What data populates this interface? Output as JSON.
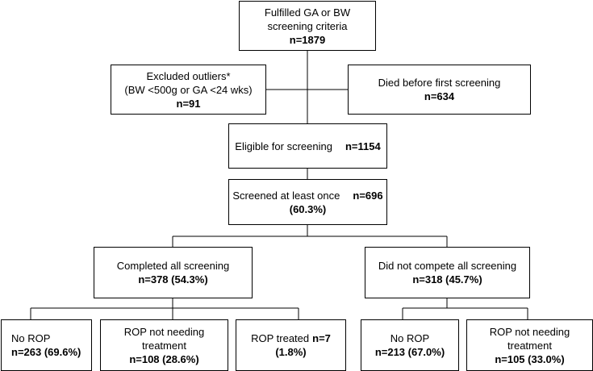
{
  "boxes": {
    "top": {
      "line1": "Fulfilled GA or BW",
      "line2": "screening criteria",
      "count": "n=1879"
    },
    "excluded": {
      "line1": "Excluded outliers*",
      "line2": "(BW <500g or GA <24 wks)",
      "count": "n=91"
    },
    "died": {
      "line1": "Died before first screening",
      "count": "n=634"
    },
    "eligible": {
      "label": "Eligible for screening",
      "count": "n=1154"
    },
    "screened": {
      "label": "Screened at least once",
      "count": "n=696",
      "percent": "(60.3%)"
    },
    "completed": {
      "label": "Completed all screening",
      "count": "n=378 (54.3%)"
    },
    "not_completed": {
      "label": "Did not compete all screening",
      "count": "n=318 (45.7%)"
    },
    "no_rop_1": {
      "label": "No ROP",
      "count": "n=263 (69.6%)"
    },
    "rop_not_needing_1": {
      "label": "ROP not needing",
      "line2": "treatment",
      "count": "n=108 (28.6%)"
    },
    "rop_treated": {
      "label": "ROP treated",
      "count": "n=7",
      "percent": "(1.8%)"
    },
    "no_rop_2": {
      "label": "No ROP",
      "count": "n=213 (67.0%)"
    },
    "rop_not_needing_2": {
      "label": "ROP not needing",
      "line2": "treatment",
      "count": "n=105 (33.0%)"
    }
  },
  "colors": {
    "line": "#000000",
    "background": "#ffffff"
  }
}
